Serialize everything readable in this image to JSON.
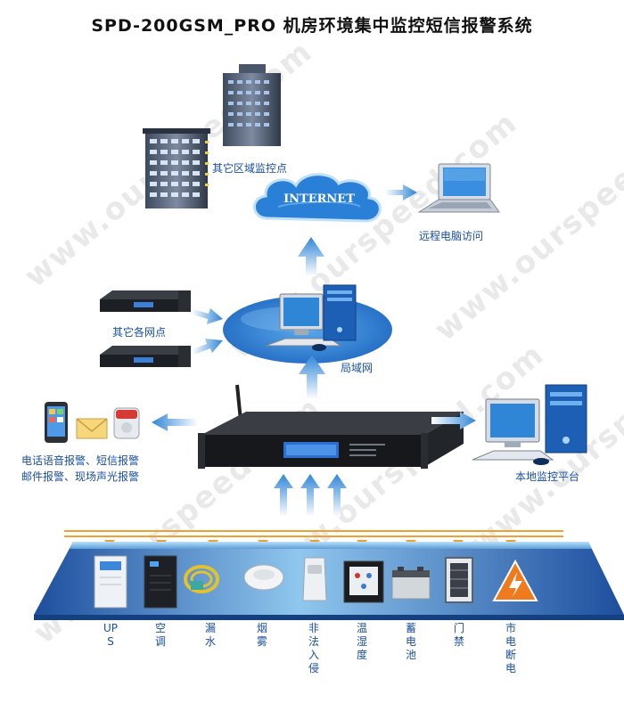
{
  "title": "SPD-200GSM_PRO 机房环境集中监控短信报警系统",
  "watermark": "www.ourspeed.com",
  "cloud_text": "INTERNET",
  "nodes": {
    "other_area": "其它区域监控点",
    "remote_pc": "远程电脑访问",
    "other_nodes": "其它各网点",
    "lan": "局域网",
    "alarm_line1": "电话语音报警、短信报警",
    "alarm_line2": "邮件报警、现场声光报警",
    "local_platform": "本地监控平台"
  },
  "devices": [
    {
      "id": "ups",
      "label": "UPS",
      "icon": "ups-cabinet-icon"
    },
    {
      "id": "ac",
      "label": "空调",
      "icon": "air-conditioner-icon"
    },
    {
      "id": "leak",
      "label": "漏水",
      "icon": "water-leak-sensor-icon"
    },
    {
      "id": "smoke",
      "label": "烟雾",
      "icon": "smoke-detector-icon"
    },
    {
      "id": "intrusion",
      "label": "非法入侵",
      "icon": "motion-sensor-icon"
    },
    {
      "id": "temp",
      "label": "温湿度",
      "icon": "temperature-humidity-sensor-icon"
    },
    {
      "id": "battery",
      "label": "蓄电池",
      "icon": "battery-icon"
    },
    {
      "id": "door",
      "label": "门禁",
      "icon": "door-contact-icon"
    },
    {
      "id": "mains",
      "label": "市电断电",
      "icon": "power-warning-icon"
    }
  ],
  "colors": {
    "platform_dark": "#1d4e9e",
    "platform_light": "#8fc7ee",
    "arrow": "#3a8fd8",
    "orange": "#f0a030",
    "label": "#1a4fa0"
  }
}
